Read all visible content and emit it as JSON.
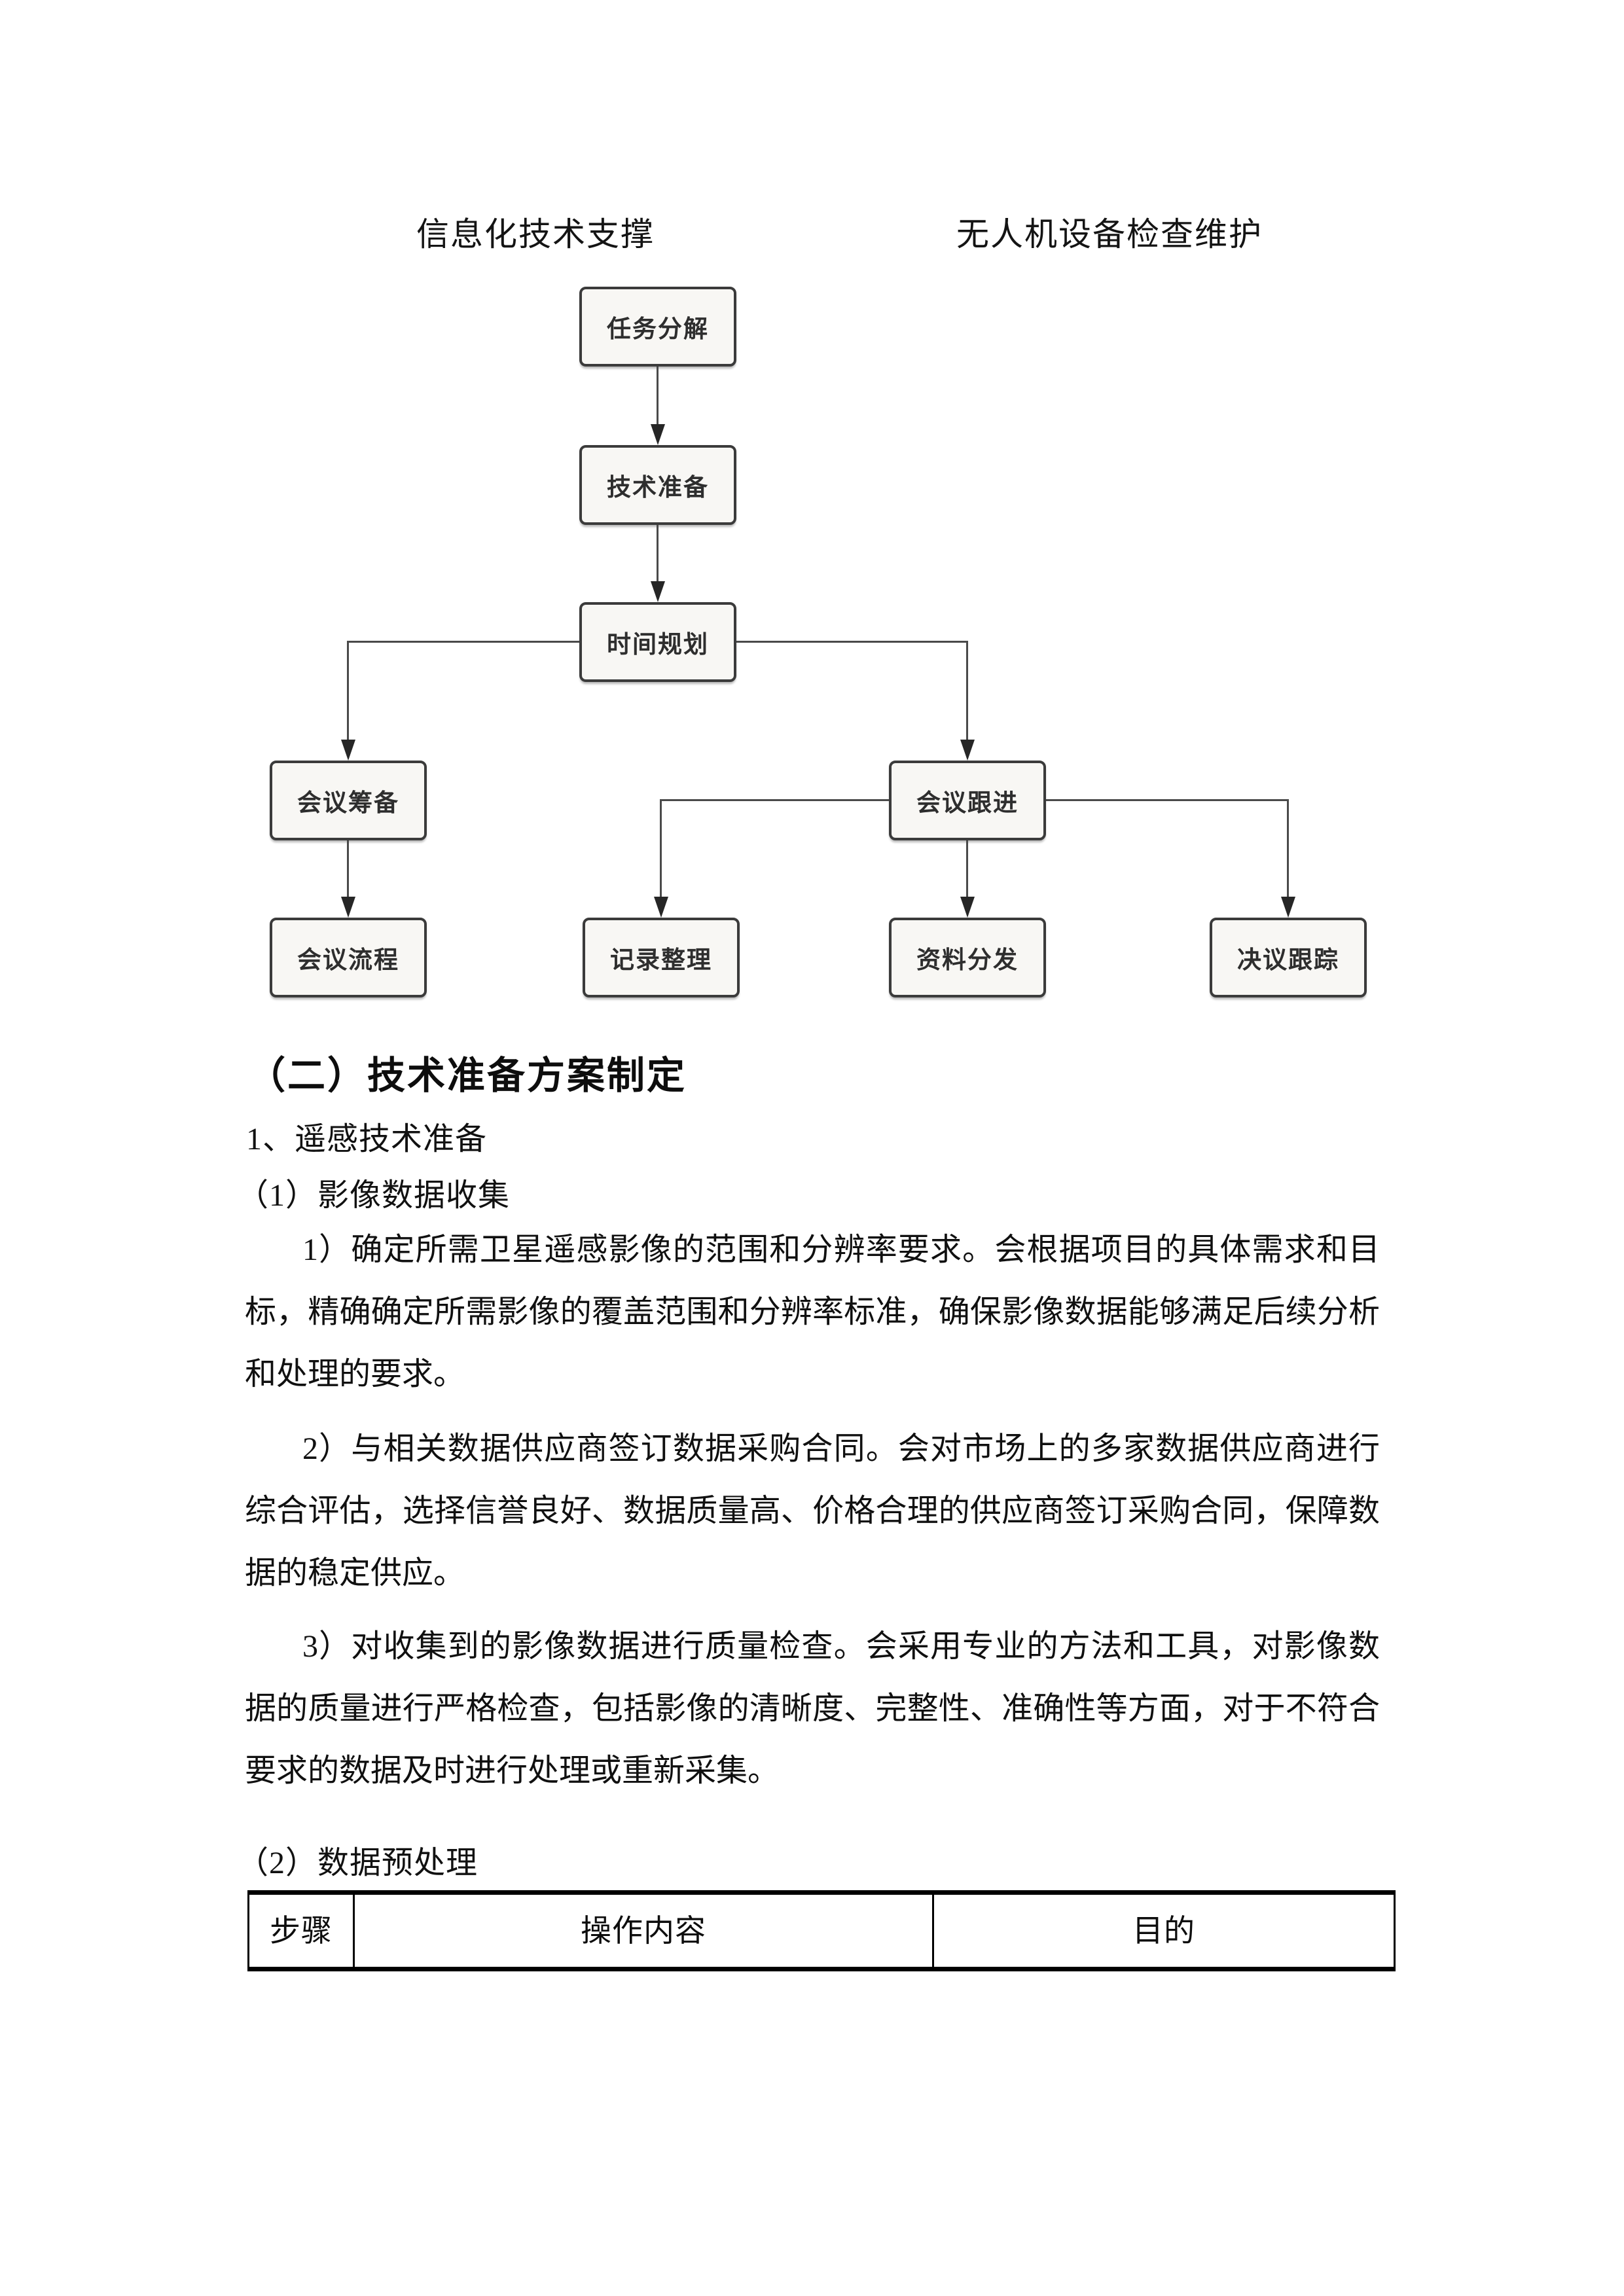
{
  "document": {
    "top_labels": {
      "left": "信息化技术支撑",
      "right": "无人机设备检查维护"
    },
    "flowchart": {
      "nodes": [
        {
          "id": "task-breakdown",
          "label": "任务分解"
        },
        {
          "id": "tech-preparation",
          "label": "技术准备"
        },
        {
          "id": "time-planning",
          "label": "时间规划"
        },
        {
          "id": "meeting-preparation",
          "label": "会议筹备"
        },
        {
          "id": "meeting-followup",
          "label": "会议跟进"
        },
        {
          "id": "meeting-process",
          "label": "会议流程"
        },
        {
          "id": "record-organizing",
          "label": "记录整理"
        },
        {
          "id": "material-distribution",
          "label": "资料分发"
        },
        {
          "id": "resolution-tracking",
          "label": "决议跟踪"
        }
      ],
      "colors": {
        "node_fill": "#f8f7f4",
        "node_border": "#3b3b3b",
        "connector": "#4a4a4a",
        "arrow": "#262626"
      }
    },
    "section": {
      "heading": "（二）技术准备方案制定",
      "subsection": "1、遥感技术准备",
      "item1_heading": "（1）影像数据收集",
      "paragraphs": [
        "1）确定所需卫星遥感影像的范围和分辨率要求。会根据项目的具体需求和目标，精确确定所需影像的覆盖范围和分辨率标准，确保影像数据能够满足后续分析和处理的要求。",
        "2）与相关数据供应商签订数据采购合同。会对市场上的多家数据供应商进行综合评估，选择信誉良好、数据质量高、价格合理的供应商签订采购合同，保障数据的稳定供应。",
        "3）对收集到的影像数据进行质量检查。会采用专业的方法和工具，对影像数据的质量进行严格检查，包括影像的清晰度、完整性、准确性等方面，对于不符合要求的数据及时进行处理或重新采集。"
      ],
      "item2_heading": "（2）数据预处理"
    },
    "table": {
      "headers": [
        "步骤",
        "操作内容",
        "目的"
      ]
    }
  }
}
